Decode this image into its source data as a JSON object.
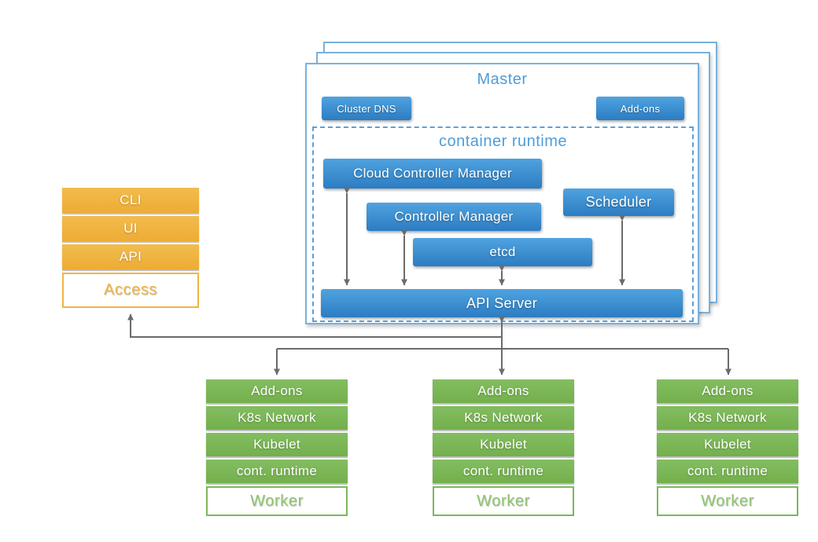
{
  "master": {
    "title": "Master",
    "cluster_dns_label": "Cluster DNS",
    "addons_label": "Add-ons",
    "container_runtime_label": "container runtime",
    "components": {
      "cloud_controller_manager": "Cloud Controller Manager",
      "controller_manager": "Controller Manager",
      "etcd": "etcd",
      "scheduler": "Scheduler",
      "api_server": "API Server"
    }
  },
  "access_stack": {
    "items": [
      "CLI",
      "UI",
      "API"
    ],
    "title": "Access"
  },
  "workers": [
    {
      "rows": [
        "Add-ons",
        "K8s Network",
        "Kubelet",
        "cont. runtime"
      ],
      "title": "Worker"
    },
    {
      "rows": [
        "Add-ons",
        "K8s Network",
        "Kubelet",
        "cont. runtime"
      ],
      "title": "Worker"
    },
    {
      "rows": [
        "Add-ons",
        "K8s Network",
        "Kubelet",
        "cont. runtime"
      ],
      "title": "Worker"
    }
  ],
  "colors": {
    "master_border": "#79B1DC",
    "dashed_border": "#5C9FD9",
    "blue_box": "#3389CB",
    "blue_title_text": "#4E9CD9",
    "orange_box": "#F0B442",
    "green_box": "#7BB757",
    "worker_text": "#8DC46D",
    "arrow_gray": "#6B6B6B"
  }
}
